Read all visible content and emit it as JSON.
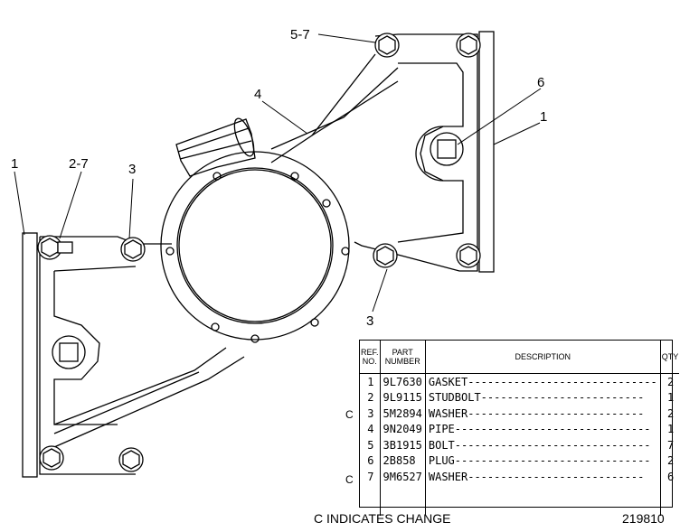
{
  "callouts": {
    "c_5_7": "5-7",
    "c_4": "4",
    "c_6": "6",
    "c_1_right": "1",
    "c_1_left": "1",
    "c_2_7": "2-7",
    "c_3_left": "3",
    "c_3_bottom": "3"
  },
  "table": {
    "headers": {
      "ref": "REF.\nNO.",
      "part": "PART\nNUMBER",
      "desc": "DESCRIPTION",
      "qty": "QTY"
    },
    "rows": [
      {
        "change": "",
        "ref": "1",
        "part": "9L7630",
        "desc": "GASKET-----------------------------",
        "qty": "2"
      },
      {
        "change": "",
        "ref": "2",
        "part": "9L9115",
        "desc": "STUDBOLT-------------------------",
        "qty": "1"
      },
      {
        "change": "C",
        "ref": "3",
        "part": "5M2894",
        "desc": "WASHER---------------------------",
        "qty": "2"
      },
      {
        "change": "",
        "ref": "4",
        "part": "9N2049",
        "desc": "PIPE------------------------------",
        "qty": "1"
      },
      {
        "change": "",
        "ref": "5",
        "part": "3B1915",
        "desc": "BOLT------------------------------",
        "qty": "7"
      },
      {
        "change": "",
        "ref": "6",
        "part": "2B858",
        "desc": "PLUG------------------------------",
        "qty": "2"
      },
      {
        "change": "C",
        "ref": "7",
        "part": "9M6527",
        "desc": "WASHER---------------------------",
        "qty": "6"
      }
    ]
  },
  "footer": {
    "note": "C INDICATES CHANGE",
    "number": "219810"
  }
}
